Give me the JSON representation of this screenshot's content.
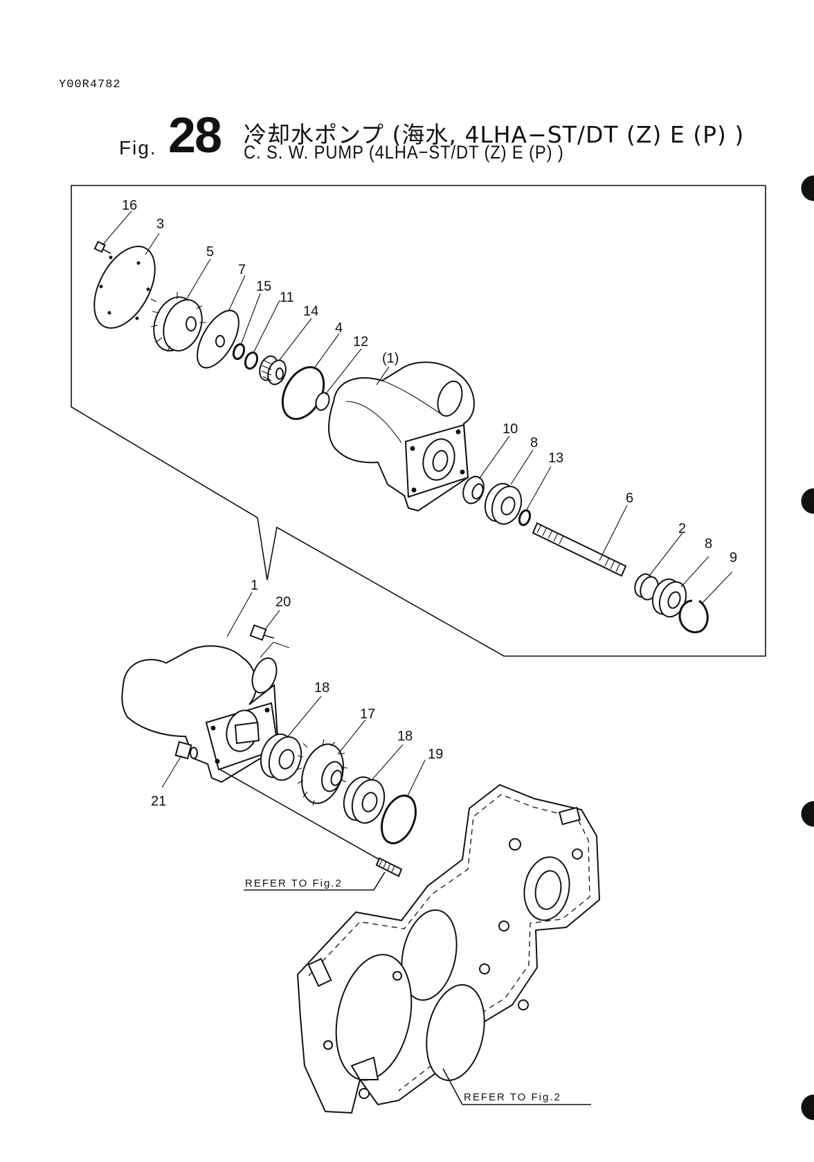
{
  "document_id": "Y00R4782",
  "figure": {
    "prefix": "Fig.",
    "number": "28",
    "title_jp": "冷却水ポンプ (海水, 4LHA−ST/DT (Z) E (P) )",
    "title_en": "C. S. W. PUMP (4LHA−ST/DT (Z) E (P) )"
  },
  "callouts": [
    "16",
    "3",
    "5",
    "7",
    "15",
    "11",
    "14",
    "4",
    "12",
    "(1)",
    "10",
    "8",
    "13",
    "6",
    "2",
    "8",
    "9",
    "1",
    "20",
    "18",
    "17",
    "18",
    "19",
    "21"
  ],
  "references": {
    "upper": "REFER  TO  Fig.2",
    "lower": "REFER  TO  Fig.2"
  }
}
